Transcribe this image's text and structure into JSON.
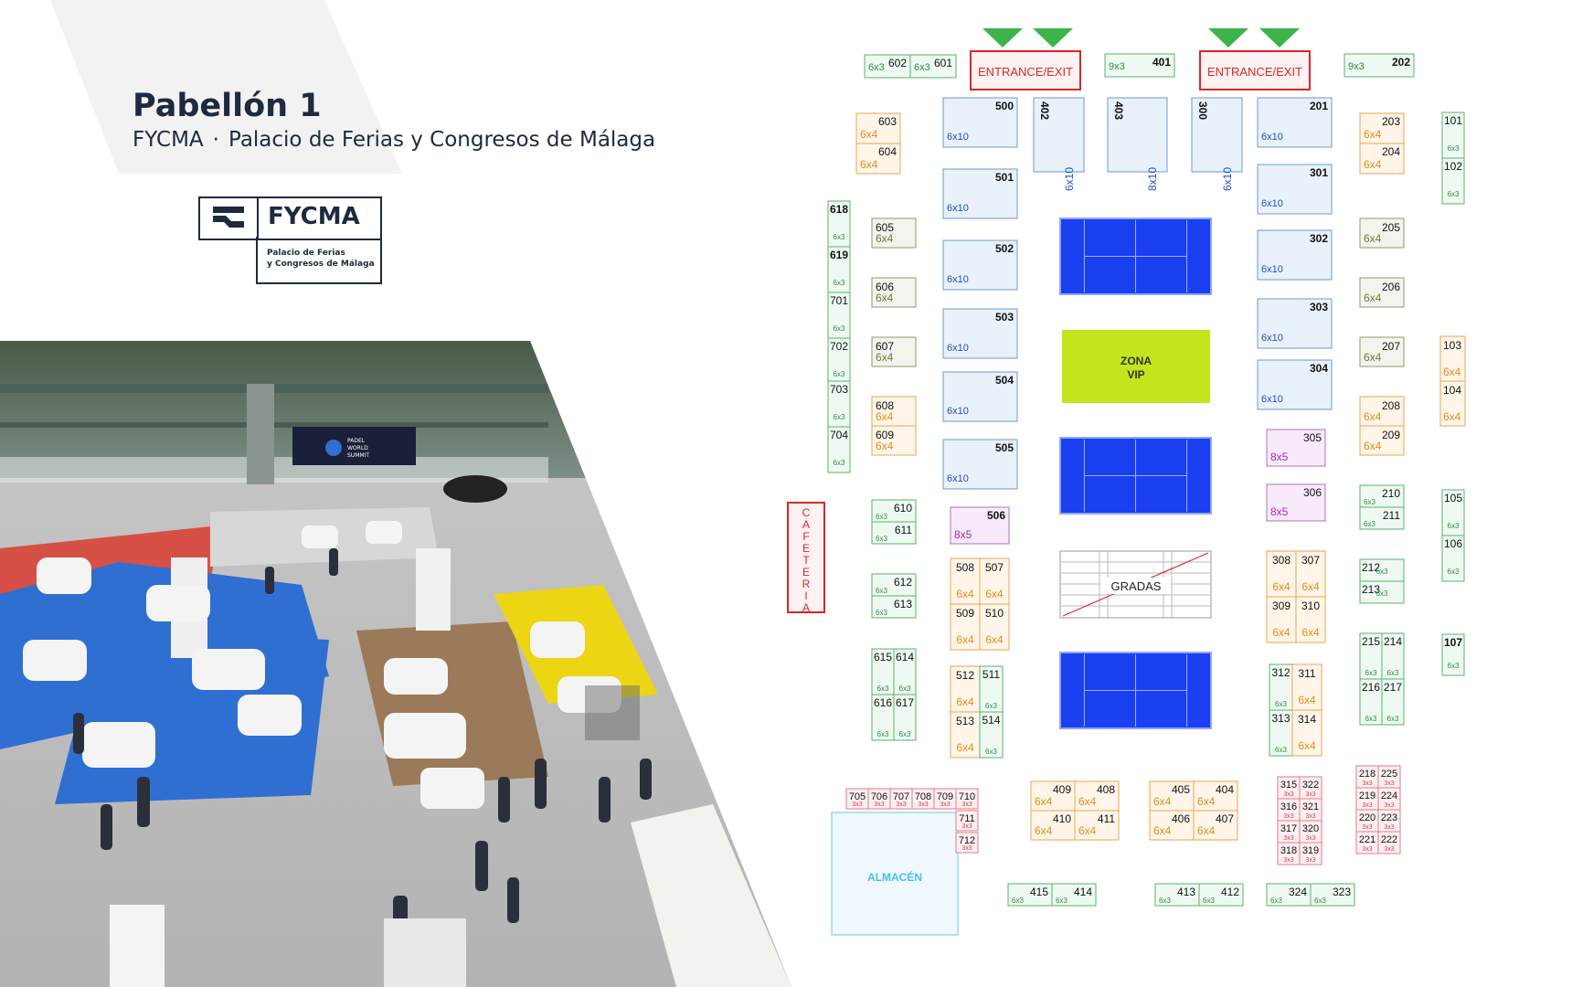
{
  "header": {
    "title": "Pabellón 1",
    "venue_short": "FYCMA",
    "separator": "·",
    "venue_long": "Palacio de Ferias y Congresos de Málaga"
  },
  "logo": {
    "wordmark": "FYCMA",
    "tagline_line1": "Palacio de Ferias",
    "tagline_line2": "y Congresos de Málaga"
  },
  "photo": {
    "banner_line1": "PADEL",
    "banner_line2": "WORLD",
    "banner_line3": "SUMMIT"
  },
  "colors": {
    "navy": "#1e2a3f",
    "band": "#f2f2f2",
    "blue_court": "#1a3ff0",
    "vip": "#c3e51c",
    "entrance": "#d62828",
    "arrow": "#3cb44b"
  },
  "map": {
    "entrance_label": "ENTRANCE/EXIT",
    "vip_line1": "ZONA",
    "vip_line2": "VIP",
    "gradas": "GRADAS",
    "almacen": "ALMACÉN",
    "cafeteria": "CAFETERIA",
    "booths": [
      {
        "id": "602",
        "size": "6x3",
        "t": "g"
      },
      {
        "id": "601",
        "size": "6x3",
        "t": "g"
      },
      {
        "id": "401",
        "size": "9x3",
        "t": "g"
      },
      {
        "id": "202",
        "size": "9x3",
        "t": "g"
      },
      {
        "id": "500",
        "size": "6x10",
        "t": "b"
      },
      {
        "id": "402",
        "size": "6x10",
        "t": "b"
      },
      {
        "id": "403",
        "size": "8x10",
        "t": "b"
      },
      {
        "id": "300",
        "size": "6x10",
        "t": "b"
      },
      {
        "id": "201",
        "size": "6x10",
        "t": "b"
      },
      {
        "id": "501",
        "size": "6x10",
        "t": "b"
      },
      {
        "id": "502",
        "size": "6x10",
        "t": "b"
      },
      {
        "id": "503",
        "size": "6x10",
        "t": "b"
      },
      {
        "id": "504",
        "size": "6x10",
        "t": "b"
      },
      {
        "id": "505",
        "size": "6x10",
        "t": "b"
      },
      {
        "id": "301",
        "size": "6x10",
        "t": "b"
      },
      {
        "id": "302",
        "size": "6x10",
        "t": "b"
      },
      {
        "id": "303",
        "size": "6x10",
        "t": "b"
      },
      {
        "id": "304",
        "size": "6x10",
        "t": "b"
      },
      {
        "id": "603",
        "size": "6x4",
        "t": "o"
      },
      {
        "id": "604",
        "size": "6x4",
        "t": "o"
      },
      {
        "id": "203",
        "size": "6x4",
        "t": "o"
      },
      {
        "id": "204",
        "size": "6x4",
        "t": "o"
      },
      {
        "id": "101",
        "size": "6x3",
        "t": "g"
      },
      {
        "id": "102",
        "size": "6x3",
        "t": "g"
      },
      {
        "id": "618",
        "size": "6x3",
        "t": "g"
      },
      {
        "id": "619",
        "size": "6x3",
        "t": "g"
      },
      {
        "id": "701",
        "size": "6x3",
        "t": "g"
      },
      {
        "id": "702",
        "size": "6x3",
        "t": "g"
      },
      {
        "id": "703",
        "size": "6x3",
        "t": "g"
      },
      {
        "id": "704",
        "size": "6x3",
        "t": "g"
      },
      {
        "id": "605",
        "size": "6x4",
        "t": "k"
      },
      {
        "id": "606",
        "size": "6x4",
        "t": "k"
      },
      {
        "id": "607",
        "size": "6x4",
        "t": "k"
      },
      {
        "id": "205",
        "size": "6x4",
        "t": "k"
      },
      {
        "id": "206",
        "size": "6x4",
        "t": "k"
      },
      {
        "id": "207",
        "size": "6x4",
        "t": "k"
      },
      {
        "id": "608",
        "size": "6x4",
        "t": "o"
      },
      {
        "id": "609",
        "size": "6x4",
        "t": "o"
      },
      {
        "id": "208",
        "size": "6x4",
        "t": "o"
      },
      {
        "id": "209",
        "size": "6x4",
        "t": "o"
      },
      {
        "id": "103",
        "size": "6x4",
        "t": "o"
      },
      {
        "id": "104",
        "size": "6x4",
        "t": "o"
      },
      {
        "id": "305",
        "size": "8x5",
        "t": "p"
      },
      {
        "id": "306",
        "size": "8x5",
        "t": "p"
      },
      {
        "id": "506",
        "size": "8x5",
        "t": "p"
      },
      {
        "id": "610",
        "size": "6x3",
        "t": "g"
      },
      {
        "id": "611",
        "size": "6x3",
        "t": "g"
      },
      {
        "id": "210",
        "size": "6x3",
        "t": "g"
      },
      {
        "id": "211",
        "size": "6x3",
        "t": "g"
      },
      {
        "id": "105",
        "size": "6x3",
        "t": "g"
      },
      {
        "id": "106",
        "size": "6x3",
        "t": "g"
      },
      {
        "id": "508",
        "size": "6x4",
        "t": "o"
      },
      {
        "id": "507",
        "size": "6x4",
        "t": "o"
      },
      {
        "id": "509",
        "size": "6x4",
        "t": "o"
      },
      {
        "id": "510",
        "size": "6x4",
        "t": "o"
      },
      {
        "id": "308",
        "size": "6x4",
        "t": "o"
      },
      {
        "id": "307",
        "size": "6x4",
        "t": "o"
      },
      {
        "id": "309",
        "size": "6x4",
        "t": "o"
      },
      {
        "id": "310",
        "size": "6x4",
        "t": "o"
      },
      {
        "id": "612",
        "size": "6x3",
        "t": "g"
      },
      {
        "id": "613",
        "size": "6x3",
        "t": "g"
      },
      {
        "id": "212",
        "size": "6x3",
        "t": "g"
      },
      {
        "id": "213",
        "size": "6x3",
        "t": "g"
      },
      {
        "id": "615",
        "size": "6x3",
        "t": "g"
      },
      {
        "id": "614",
        "size": "6x3",
        "t": "g"
      },
      {
        "id": "616",
        "size": "6x3",
        "t": "g"
      },
      {
        "id": "617",
        "size": "6x3",
        "t": "g"
      },
      {
        "id": "215",
        "size": "6x3",
        "t": "g"
      },
      {
        "id": "214",
        "size": "6x3",
        "t": "g"
      },
      {
        "id": "216",
        "size": "6x3",
        "t": "g"
      },
      {
        "id": "217",
        "size": "6x3",
        "t": "g"
      },
      {
        "id": "107",
        "size": "6x3",
        "t": "g"
      },
      {
        "id": "512",
        "size": "6x4",
        "t": "o"
      },
      {
        "id": "511",
        "size": "6x3",
        "t": "g"
      },
      {
        "id": "513",
        "size": "6x4",
        "t": "o"
      },
      {
        "id": "514",
        "size": "6x3",
        "t": "g"
      },
      {
        "id": "312",
        "size": "6x3",
        "t": "g"
      },
      {
        "id": "311",
        "size": "6x4",
        "t": "o"
      },
      {
        "id": "313",
        "size": "6x3",
        "t": "g"
      },
      {
        "id": "314",
        "size": "6x4",
        "t": "o"
      },
      {
        "id": "705",
        "size": "3x3",
        "t": "r"
      },
      {
        "id": "706",
        "size": "3x3",
        "t": "r"
      },
      {
        "id": "707",
        "size": "3x3",
        "t": "r"
      },
      {
        "id": "708",
        "size": "3x3",
        "t": "r"
      },
      {
        "id": "709",
        "size": "3x3",
        "t": "r"
      },
      {
        "id": "710",
        "size": "3x3",
        "t": "r"
      },
      {
        "id": "711",
        "size": "3x3",
        "t": "r"
      },
      {
        "id": "712",
        "size": "3x3",
        "t": "r"
      },
      {
        "id": "409",
        "size": "6x4",
        "t": "o"
      },
      {
        "id": "408",
        "size": "6x4",
        "t": "o"
      },
      {
        "id": "410",
        "size": "6x4",
        "t": "o"
      },
      {
        "id": "411",
        "size": "6x4",
        "t": "o"
      },
      {
        "id": "405",
        "size": "6x4",
        "t": "o"
      },
      {
        "id": "404",
        "size": "6x4",
        "t": "o"
      },
      {
        "id": "406",
        "size": "6x4",
        "t": "o"
      },
      {
        "id": "407",
        "size": "6x4",
        "t": "o"
      },
      {
        "id": "315",
        "size": "3x3",
        "t": "r"
      },
      {
        "id": "322",
        "size": "3x3",
        "t": "r"
      },
      {
        "id": "316",
        "size": "3x3",
        "t": "r"
      },
      {
        "id": "321",
        "size": "3x3",
        "t": "r"
      },
      {
        "id": "317",
        "size": "3x3",
        "t": "r"
      },
      {
        "id": "320",
        "size": "3x3",
        "t": "r"
      },
      {
        "id": "318",
        "size": "3x3",
        "t": "r"
      },
      {
        "id": "319",
        "size": "3x3",
        "t": "r"
      },
      {
        "id": "218",
        "size": "3x3",
        "t": "r"
      },
      {
        "id": "225",
        "size": "3x3",
        "t": "r"
      },
      {
        "id": "219",
        "size": "3x3",
        "t": "r"
      },
      {
        "id": "224",
        "size": "3x3",
        "t": "r"
      },
      {
        "id": "220",
        "size": "3x3",
        "t": "r"
      },
      {
        "id": "223",
        "size": "3x3",
        "t": "r"
      },
      {
        "id": "221",
        "size": "3x3",
        "t": "r"
      },
      {
        "id": "222",
        "size": "3x3",
        "t": "r"
      },
      {
        "id": "415",
        "size": "6x3",
        "t": "g"
      },
      {
        "id": "414",
        "size": "6x3",
        "t": "g"
      },
      {
        "id": "413",
        "size": "6x3",
        "t": "g"
      },
      {
        "id": "412",
        "size": "6x3",
        "t": "g"
      },
      {
        "id": "324",
        "size": "6x3",
        "t": "g"
      },
      {
        "id": "323",
        "size": "6x3",
        "t": "g"
      }
    ]
  }
}
